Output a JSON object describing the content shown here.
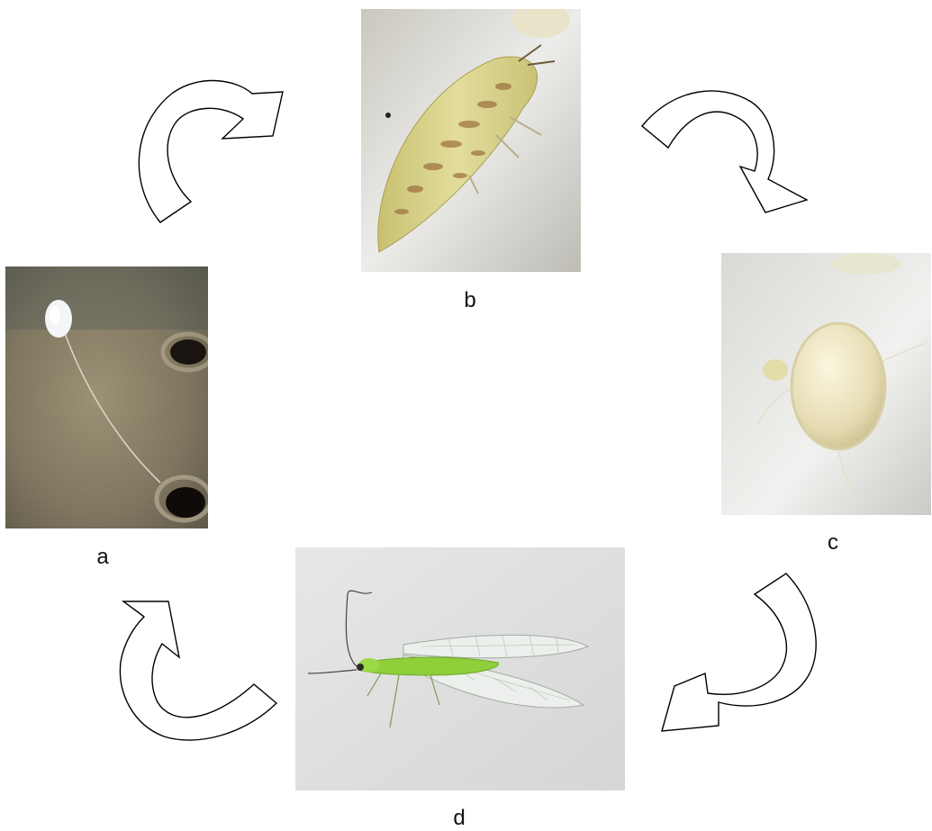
{
  "stages": [
    {
      "id": "a",
      "label": "a",
      "subject": "egg-on-stalk-photo"
    },
    {
      "id": "b",
      "label": "b",
      "subject": "larva-photo"
    },
    {
      "id": "c",
      "label": "c",
      "subject": "cocoon-photo"
    },
    {
      "id": "d",
      "label": "d",
      "subject": "adult-lacewing-photo"
    }
  ],
  "cycle_order": [
    "a",
    "b",
    "c",
    "d"
  ],
  "arrows": [
    {
      "from": "a",
      "to": "b",
      "icon": "curved-arrow-icon"
    },
    {
      "from": "b",
      "to": "c",
      "icon": "curved-arrow-icon"
    },
    {
      "from": "c",
      "to": "d",
      "icon": "curved-arrow-icon"
    },
    {
      "from": "d",
      "to": "a",
      "icon": "curved-arrow-icon"
    }
  ],
  "colors": {
    "background": "#ffffff",
    "arrow_fill": "#ffffff",
    "arrow_stroke": "#000000",
    "egg_bg": "#8a7f64",
    "larva_body": "#d9d48a",
    "cocoon": "#efe6c2",
    "adult_body": "#8fcf3a"
  }
}
